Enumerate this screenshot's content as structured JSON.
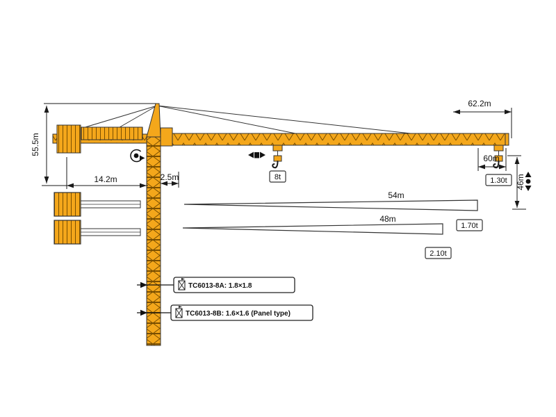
{
  "diagram": {
    "name": "tower-crane-working-range-diagram",
    "colors": {
      "crane_fill": "#F4A71B",
      "lattice_stroke": "#7a4f00",
      "outline": "#333333",
      "line": "#1a1a1a"
    },
    "dims": {
      "total_height": "55.5m",
      "counter_jib_length": "14.2m",
      "tower_offset": "2.5m",
      "jib_total_length": "62.2m",
      "working_radius": "60m",
      "hook_height": "46m"
    },
    "loads": {
      "rated_load": "8t",
      "tip_load_62m": "1.30t",
      "tip_load_54m": "1.70t",
      "tip_load_48m": "2.10t"
    },
    "jib_variants": {
      "len_54": "54m",
      "len_48": "48m"
    },
    "models": {
      "a": "TC6013-8A: 1.8×1.8",
      "b": "TC6013-8B: 1.6×1.6 (Panel type)"
    }
  }
}
